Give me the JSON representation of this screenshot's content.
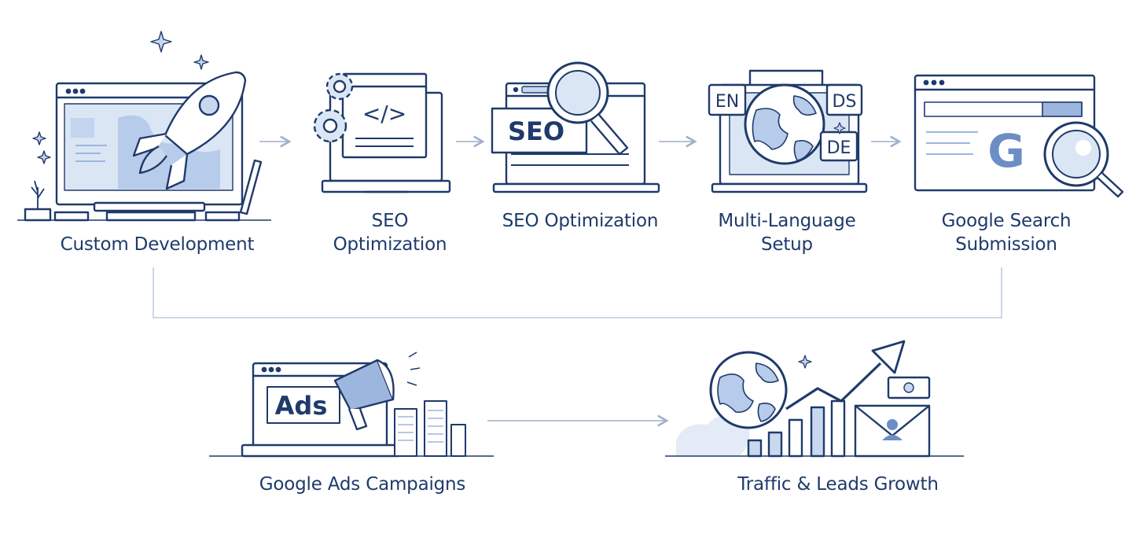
{
  "steps": [
    {
      "label": "Custom Development",
      "icon": "rocket-monitor-icon"
    },
    {
      "label": "SEO\nOptimization",
      "icon": "gears-code-window-icon"
    },
    {
      "label": "SEO Optimization",
      "icon": "seo-magnifier-laptop-icon"
    },
    {
      "label": "Multi-Language\nSetup",
      "icon": "globe-language-tags-icon"
    },
    {
      "label": "Google Search\nSubmission",
      "icon": "google-search-browser-icon"
    },
    {
      "label": "Google Ads Campaigns",
      "icon": "ads-megaphone-laptop-icon"
    },
    {
      "label": "Traffic & Leads Growth",
      "icon": "globe-growth-chart-icon"
    }
  ],
  "badges": {
    "seo": "SEO",
    "code": "</>",
    "lang_en": "EN",
    "lang_ds": "DS",
    "lang_de": "DE",
    "google_g": "G",
    "ads": "Ads"
  },
  "colors": {
    "ink": "#1f3a6b",
    "light_blue": "#c9d8ef",
    "mid_blue": "#9db6dd",
    "connector": "#9fb0cc"
  }
}
